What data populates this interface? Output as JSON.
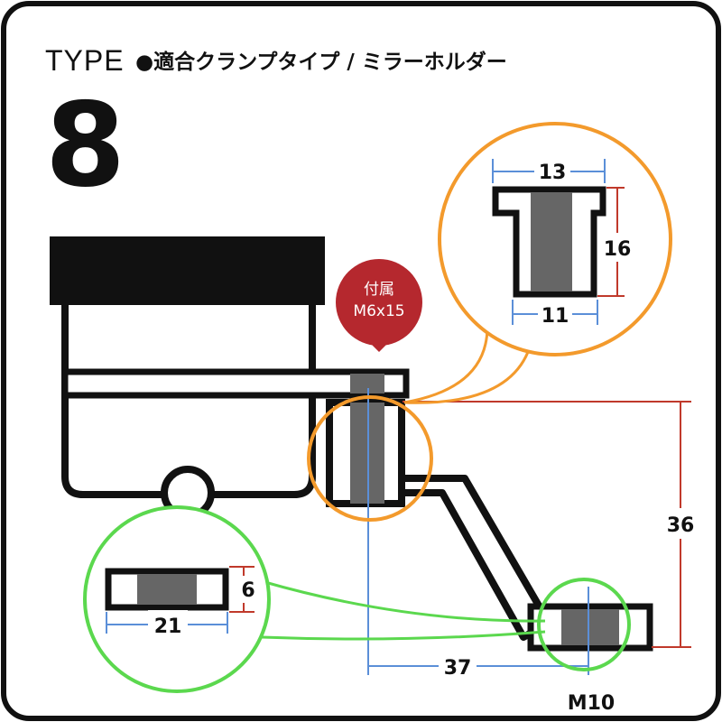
{
  "header": {
    "type_label": "TYPE",
    "type_number": "8",
    "subtitle": "●適合クランプタイプ / ミラーホルダー"
  },
  "badge": {
    "line1": "付属",
    "line2": "M6x15"
  },
  "dimensions": {
    "top_width": "13",
    "height": "16",
    "bottom_width": "11",
    "plate_height": "6",
    "plate_width": "21",
    "offset_height": "36",
    "offset_width": "37",
    "thread": "M10"
  },
  "colors": {
    "outline": "#111111",
    "orange": "#F39A2C",
    "green": "#5BD84E",
    "red_dim": "#C0392B",
    "blue_dim": "#5B8FD8",
    "badge": "#B5282E",
    "insert": "#666666"
  }
}
